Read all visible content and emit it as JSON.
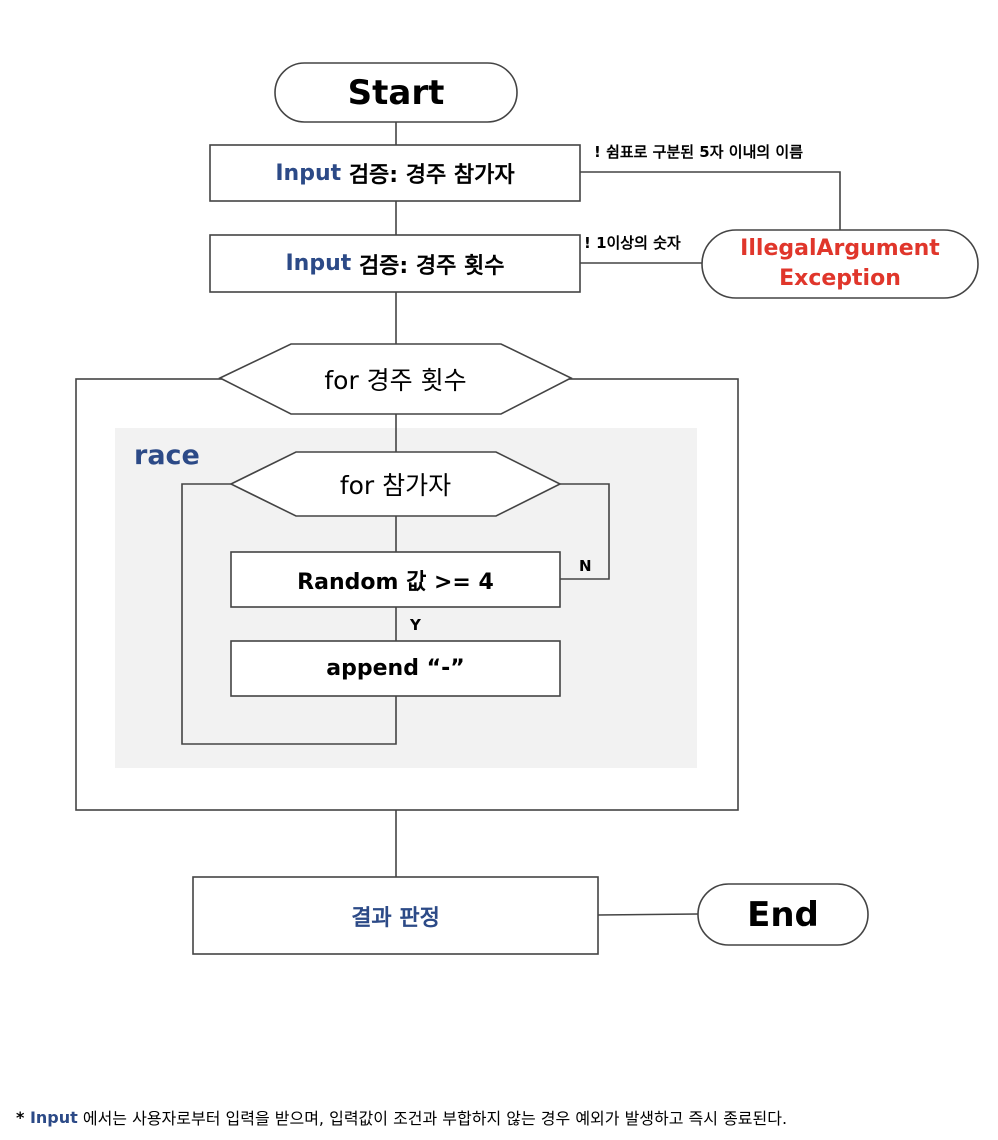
{
  "colors": {
    "keyword_blue": "#2c4a87",
    "exception_red": "#e0362b",
    "line": "#444444",
    "race_background": "#f2f2f2"
  },
  "nodes": {
    "start": "Start",
    "input_participants": {
      "keyword": "Input",
      "rest": " 검증: 경주 참가자"
    },
    "input_rounds": {
      "keyword": "Input",
      "rest": " 검증: 경주 횟수"
    },
    "exception_line1": "IllegalArgument",
    "exception_line2": "Exception",
    "loop_rounds": "for 경주 횟수",
    "race_label": "race",
    "loop_participants": "for 참가자",
    "random_check": "Random 값 >= 4",
    "append": "append “-”",
    "result": "결과 판정",
    "end": "End"
  },
  "edge_labels": {
    "participants_condition": "! 쉼표로 구분된 5자 이내의 이름",
    "rounds_condition": "! 1이상의 숫자",
    "no": "N",
    "yes": "Y"
  },
  "footnote": {
    "star": "* ",
    "keyword": "Input",
    "rest": " 에서는 사용자로부터 입력을 받으며, 입력값이 조건과 부합하지 않는 경우 예외가 발생하고 즉시 종료된다."
  }
}
